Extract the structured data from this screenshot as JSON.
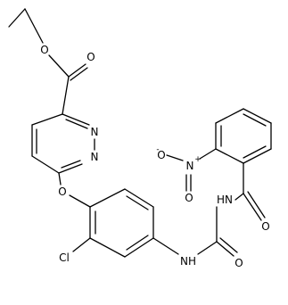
{
  "molecule": {
    "atom_labels": {
      "ester_oxygen": "O",
      "carbonyl_oxygen_ester": "O",
      "pyridazine_n1": "N",
      "pyridazine_n2": "N",
      "ether_oxygen": "O",
      "chlorine": "Cl",
      "amine_nh": "NH",
      "urea_oxygen": "O",
      "imide_nh": "HN",
      "amide_oxygen": "O",
      "nitro_nitrogen": "N",
      "nitro_oxygen_double": "O",
      "nitro_oxygen_single": "O"
    },
    "charges": {
      "nitro_nitrogen": "+",
      "nitro_oxygen_single": "-"
    }
  },
  "colors": {
    "bond": "#000000",
    "label": "#000000",
    "background": "#ffffff"
  }
}
